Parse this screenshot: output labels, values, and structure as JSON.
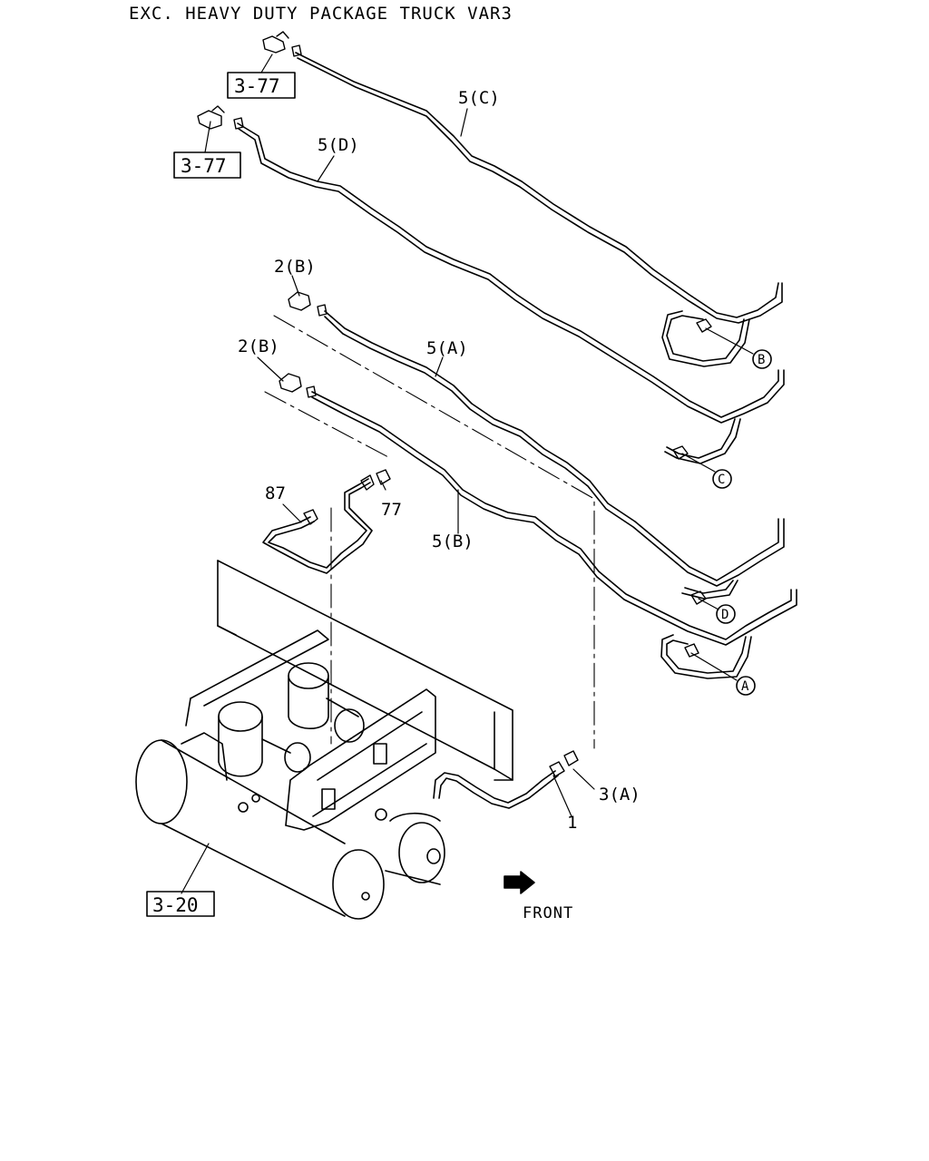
{
  "title": "EXC. HEAVY DUTY PACKAGE TRUCK VAR3",
  "references": {
    "ref_a": "3-77",
    "ref_b": "3-77",
    "ref_c": "3-20"
  },
  "callouts": {
    "pipe_5c": "5(C)",
    "pipe_5d": "5(D)",
    "conn_2b_upper": "2(B)",
    "conn_2b_lower": "2(B)",
    "pipe_5a": "5(A)",
    "hose_87": "87",
    "clip_77": "77",
    "pipe_5b": "5(B)",
    "nut_3a": "3(A)",
    "pipe_1": "1"
  },
  "circle_markers": {
    "a": "A",
    "b": "B",
    "c": "C",
    "d": "D"
  },
  "direction": {
    "front_label": "FRONT"
  },
  "icons": {
    "front_arrow": "front-direction-arrow-icon"
  }
}
